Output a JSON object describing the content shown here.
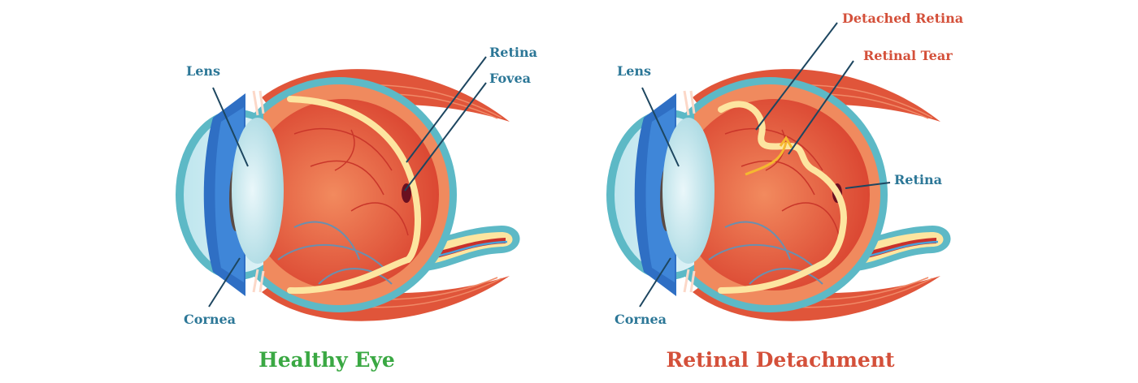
{
  "healthy": {
    "title": "Healthy Eye",
    "labels": {
      "lens": "Lens",
      "cornea": "Cornea",
      "retina": "Retina",
      "fovea": "Fovea"
    }
  },
  "detached": {
    "title": "Retinal Detachment",
    "labels": {
      "lens": "Lens",
      "cornea": "Cornea",
      "detached_retina": "Detached Retina",
      "retinal_tear": "Retinal Tear",
      "retina": "Retina"
    }
  },
  "colors": {
    "healthy_title": "#3aa843",
    "detached_title": "#d4503a",
    "label_blue": "#2c7797",
    "label_red": "#d4503a"
  }
}
